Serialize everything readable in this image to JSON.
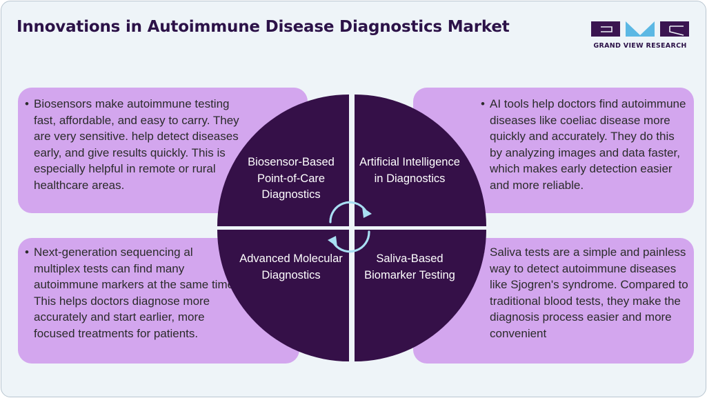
{
  "title": "Innovations in Autoimmune Disease Diagnostics Market",
  "logo": {
    "text": "GRAND VIEW RESEARCH",
    "colors": {
      "dark": "#3a1550",
      "accent": "#5cb8e4"
    }
  },
  "colors": {
    "background": "#eef4f8",
    "card": "#d3a6ee",
    "quadrant": "#351048",
    "title": "#2c1248",
    "arrow": "#a9dff3"
  },
  "quadrants": [
    {
      "label": "Biosensor-Based Point-of-Care Diagnostics"
    },
    {
      "label": "Artificial Intelligence in Diagnostics"
    },
    {
      "label": "Advanced Molecular Diagnostics"
    },
    {
      "label": "Saliva-Based Biomarker Testing"
    }
  ],
  "cards": [
    {
      "bullet": "•",
      "text": "Biosensors make autoimmune testing fast, affordable, and easy to carry. They are very sensitive. help detect diseases early, and give results quickly. This is especially helpful in remote or rural healthcare areas."
    },
    {
      "bullet": "•",
      "text": "AI tools help doctors find autoimmune diseases like coeliac disease more quickly and accurately. They do this by analyzing images and data faster, which makes early detection easier and more reliable."
    },
    {
      "bullet": "•",
      "text": "Next-generation sequencing al multiplex tests can find many autoimmune markers at the same time. This helps doctors diagnose more accurately and start earlier, more focused treatments for patients."
    },
    {
      "bullet": "•",
      "text": "Saliva tests are a simple and painless way to detect autoimmune diseases like Sjogren's syndrome. Compared to traditional blood tests, they make the diagnosis process easier and more convenient"
    }
  ],
  "icons": {
    "center": "cycle-arrows-icon"
  }
}
